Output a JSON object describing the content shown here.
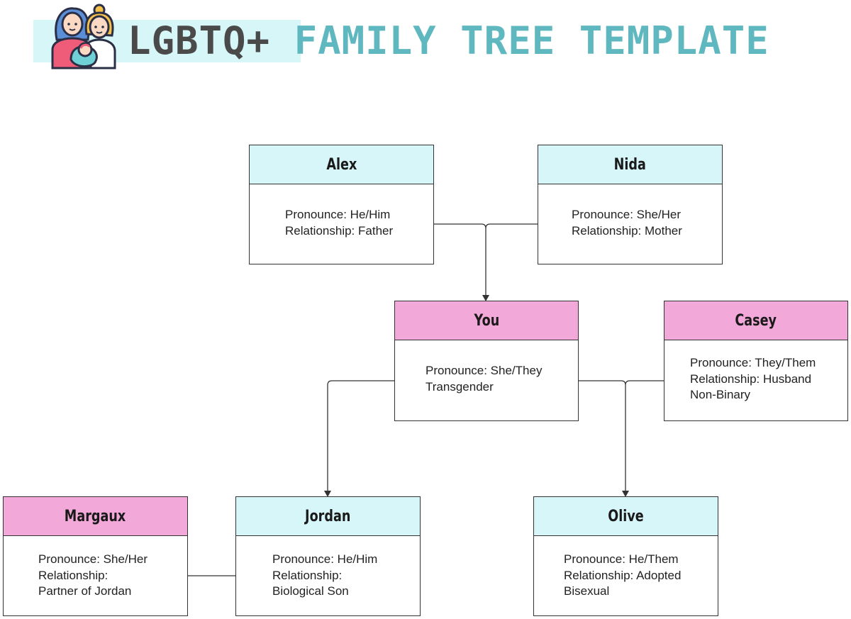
{
  "title": {
    "part1": "LGBTQ+",
    "part2": "FAMILY TREE TEMPLATE"
  },
  "colors": {
    "cyan_header": "#d7f6f9",
    "pink_header": "#f2a8d8",
    "title_dark": "#4a4a4a",
    "title_teal": "#5fb8bf"
  },
  "logo_icon": "lgbtq-family-icon",
  "nodes": {
    "alex": {
      "name": "Alex",
      "lines": [
        "Pronounce: He/Him",
        "Relationship: Father"
      ]
    },
    "nida": {
      "name": "Nida",
      "lines": [
        "Pronounce: She/Her",
        "Relationship: Mother"
      ]
    },
    "you": {
      "name": "You",
      "lines": [
        "Pronounce: She/They",
        "Transgender"
      ]
    },
    "casey": {
      "name": "Casey",
      "lines": [
        "Pronounce: They/Them",
        "Relationship: Husband",
        "Non-Binary"
      ]
    },
    "margaux": {
      "name": "Margaux",
      "lines": [
        "Pronounce: She/Her",
        "Relationship:",
        "Partner of Jordan"
      ]
    },
    "jordan": {
      "name": "Jordan",
      "lines": [
        "Pronounce: He/Him",
        "Relationship:",
        "Biological Son"
      ]
    },
    "olive": {
      "name": "Olive",
      "lines": [
        "Pronounce: He/Them",
        "Relationship: Adopted",
        "Bisexual"
      ]
    }
  }
}
